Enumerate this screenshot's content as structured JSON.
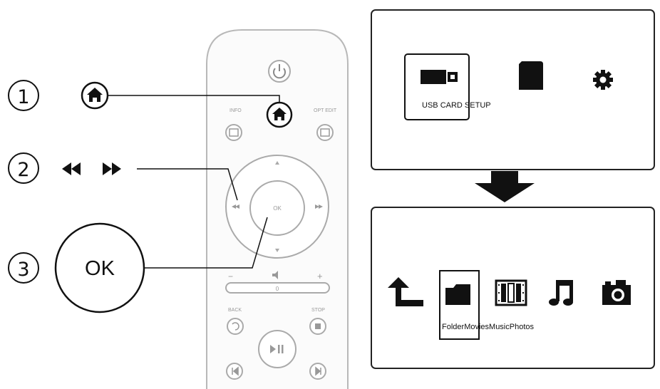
{
  "steps": [
    {
      "number": "1"
    },
    {
      "number": "2"
    },
    {
      "number": "3"
    }
  ],
  "ok_button": {
    "label": "OK"
  },
  "remote": {
    "ok_label": "OK",
    "menu_label": "INFO",
    "options_label": "OPT EDIT",
    "back_label": "BACK",
    "stop_label": "STOP",
    "minus_label": "−",
    "plus_label": "+",
    "zero_label": "0"
  },
  "home_screen": {
    "items": [
      {
        "label": "USB",
        "icon": "usb-drive-icon",
        "selected": true
      },
      {
        "label": "CARD",
        "icon": "sd-card-icon",
        "selected": false
      },
      {
        "label": "SETUP",
        "icon": "gear-icon",
        "selected": false
      }
    ]
  },
  "media_screen": {
    "items": [
      {
        "label": "",
        "icon": "back-arrow-icon",
        "selected": false
      },
      {
        "label": "Folder",
        "icon": "folder-icon",
        "selected": true
      },
      {
        "label": "Movies",
        "icon": "film-icon",
        "selected": false
      },
      {
        "label": "Music",
        "icon": "music-note-icon",
        "selected": false
      },
      {
        "label": "Photos",
        "icon": "camera-icon",
        "selected": false
      }
    ]
  },
  "colors": {
    "line": "#111111",
    "remote_outline": "#b8b8b8",
    "panel_border": "#222222"
  }
}
